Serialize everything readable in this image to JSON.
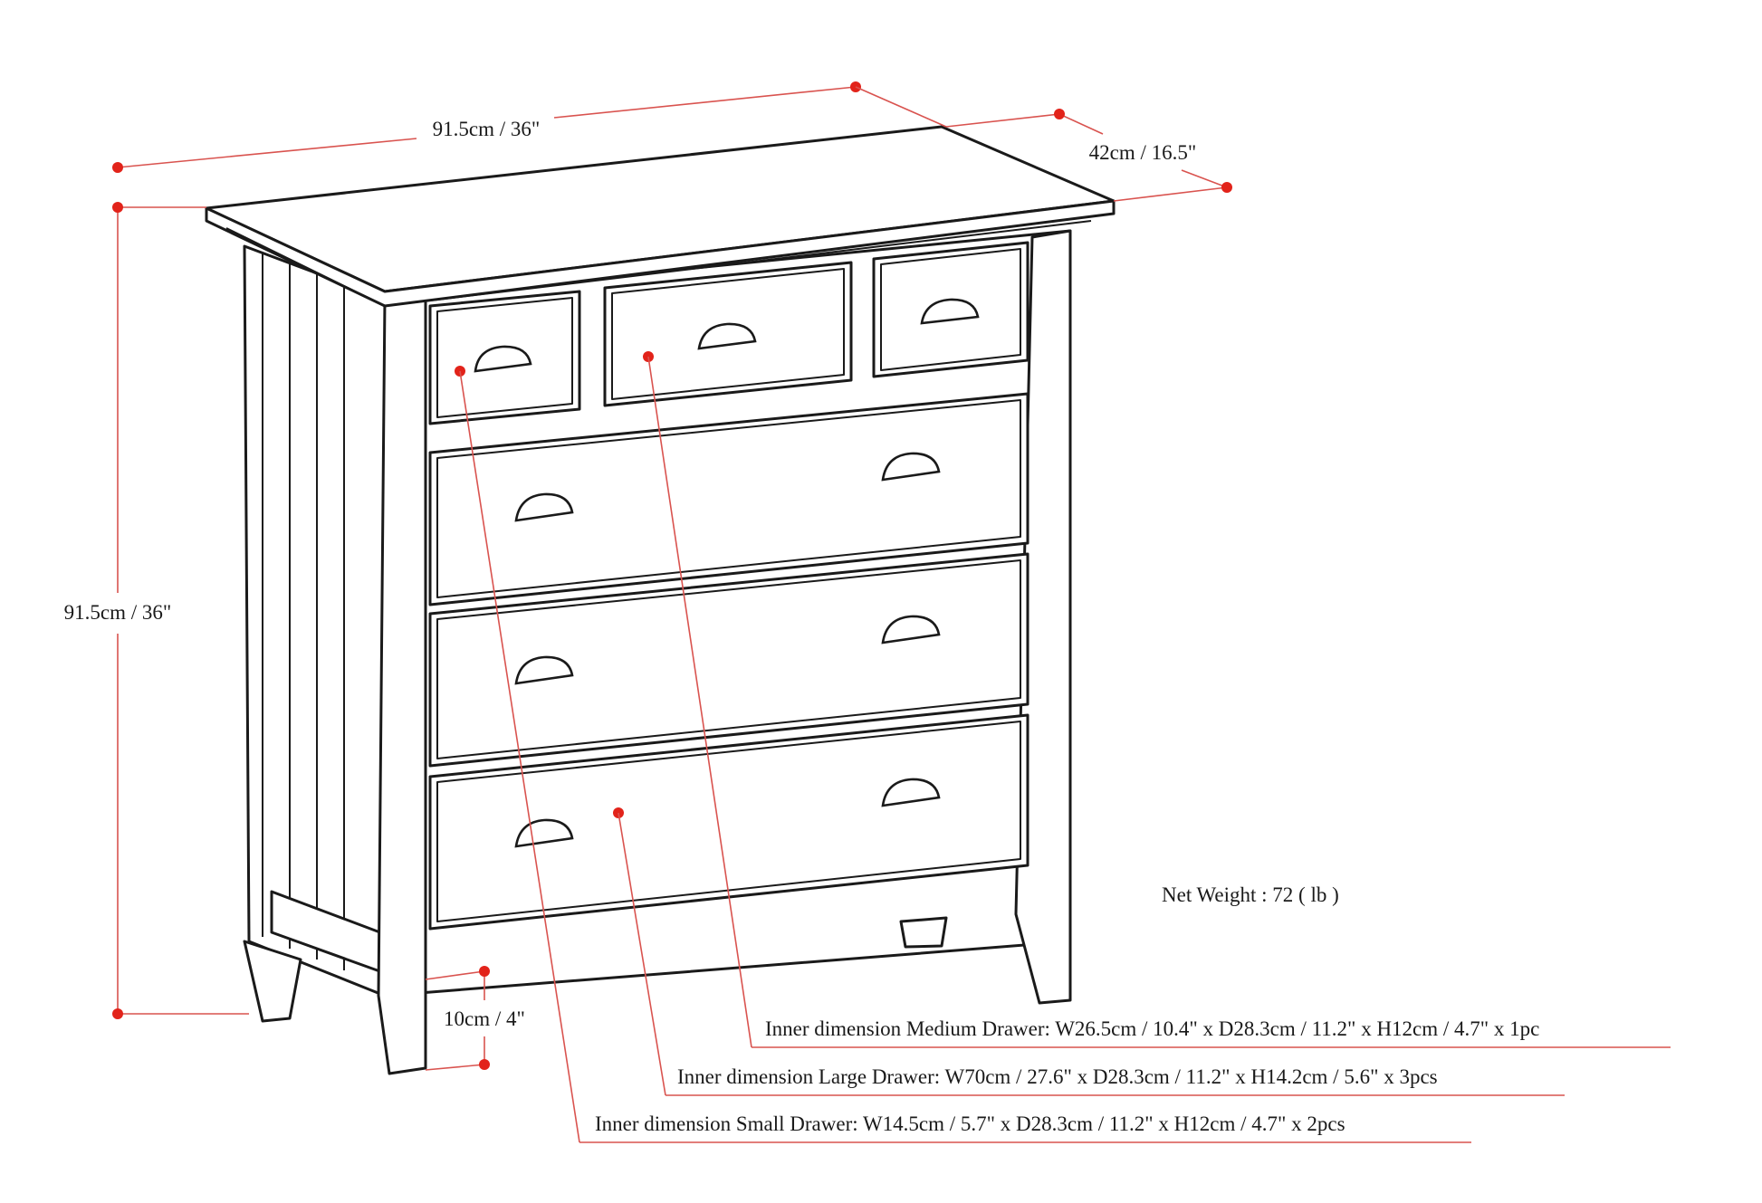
{
  "dimensions": {
    "width": "91.5cm / 36\"",
    "depth": "42cm / 16.5\"",
    "height": "91.5cm / 36\"",
    "leg_clearance": "10cm / 4\""
  },
  "net_weight": "Net Weight : 72 ( lb )",
  "callouts": {
    "medium": "Inner dimension Medium Drawer: W26.5cm / 10.4\" x D28.3cm / 11.2\" x H12cm / 4.7\" x 1pc",
    "large": "Inner dimension Large Drawer: W70cm / 27.6\" x D28.3cm / 11.2\" x H14.2cm / 5.6\" x 3pcs",
    "small": "Inner dimension Small Drawer: W14.5cm / 5.7\" x D28.3cm / 11.2\" x H12cm / 4.7\" x 2pcs"
  },
  "colors": {
    "dimension_line": "#d9534f",
    "marker": "#e2231a",
    "ink": "#1a1a1a"
  }
}
